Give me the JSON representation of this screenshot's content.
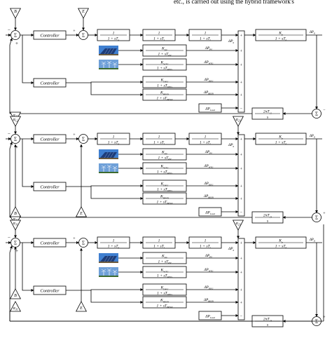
{
  "caption": "etc., is carried out using the hybrid framework's",
  "labels": {
    "controller": "Controller",
    "sum": "Σ",
    "beta": "B",
    "alpha_prefix": "α",
    "e": "E",
    "plus": "+",
    "minus": "−",
    "one": "1",
    "K": "K",
    "one_plus_sT": "1 + sT",
    "s": "s",
    "two_pi_T": "2πT",
    "delta_P": "ΔP",
    "sub_g": "g",
    "sub_t": "t",
    "sub_r": "r",
    "sub_p": "p",
    "sub_pv": "PV",
    "sub_wtg": "WTG",
    "sub_deg": "DEG",
    "sub_besn": "BESN",
    "sub_load": "Load",
    "sub_D": "D",
    "tie_12": "12",
    "tie_23": "23",
    "tie_31": "31"
  },
  "areas": [
    {
      "id": "area-1",
      "alpha": "12",
      "tie": "12",
      "tie_sign": "−"
    },
    {
      "id": "area-2",
      "alpha": "23",
      "tie": "23",
      "tie_sign": "+"
    },
    {
      "id": "area-3",
      "alpha": "31",
      "tie": "23",
      "tie_sign": "+"
    }
  ],
  "renewables": [
    {
      "name": "pv",
      "icon": "solar-panel-icon",
      "K": "PV",
      "T": "PV",
      "dP": "PV"
    },
    {
      "name": "wtg",
      "icon": "wind-turbine-icon",
      "K": "WTG",
      "T": "WTG",
      "dP": "WTG"
    },
    {
      "name": "deg",
      "icon": "",
      "K": "DEG",
      "T": "DEG",
      "dP": "DEG"
    },
    {
      "name": "besn",
      "icon": "",
      "K": "BESN",
      "T": "BESN",
      "dP": "BESN"
    }
  ],
  "colors": {
    "line": "#000000",
    "sky": "#3f7fd0",
    "panel": "#1d3d7a",
    "ground": "#6b5a3c"
  }
}
